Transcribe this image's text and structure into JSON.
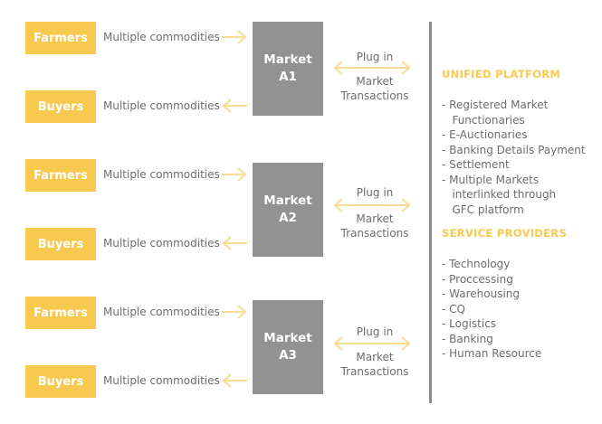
{
  "colors": {
    "yellow": "#f7c94e",
    "market_gray": "#929292",
    "arrow": "#f7dc93",
    "text": "#6d6d6d",
    "divider": "#8c8c8c"
  },
  "markets": [
    {
      "line1": "Market",
      "line2": "A1",
      "farmers": "Farmers",
      "buyers": "Buyers",
      "farmers_commodities": "Multiple commodities",
      "buyers_commodities": "Multiple commodities",
      "plug_in": "Plug in",
      "transactions_line1": "Market",
      "transactions_line2": "Transactions"
    },
    {
      "line1": "Market",
      "line2": "A2",
      "farmers": "Farmers",
      "buyers": "Buyers",
      "farmers_commodities": "Multiple commodities",
      "buyers_commodities": "Multiple commodities",
      "plug_in": "Plug in",
      "transactions_line1": "Market",
      "transactions_line2": "Transactions"
    },
    {
      "line1": "Market",
      "line2": "A3",
      "farmers": "Farmers",
      "buyers": "Buyers",
      "farmers_commodities": "Multiple commodities",
      "buyers_commodities": "Multiple commodities",
      "plug_in": "Plug in",
      "transactions_line1": "Market",
      "transactions_line2": "Transactions"
    }
  ],
  "unified_platform": {
    "heading": "UNIFIED PLATFORM",
    "items": [
      "- Registered Market",
      "   Functionaries",
      "- E-Auctionaries",
      "- Banking Details Payment",
      "- Settlement",
      "- Multiple Markets",
      "   interlinked through",
      "   GFC platform"
    ]
  },
  "service_providers": {
    "heading": "SERVICE PROVIDERS",
    "items": [
      "- Technology",
      "- Proccessing",
      "- Warehousing",
      "- CQ",
      "- Logistics",
      "- Banking",
      "- Human Resource"
    ]
  }
}
